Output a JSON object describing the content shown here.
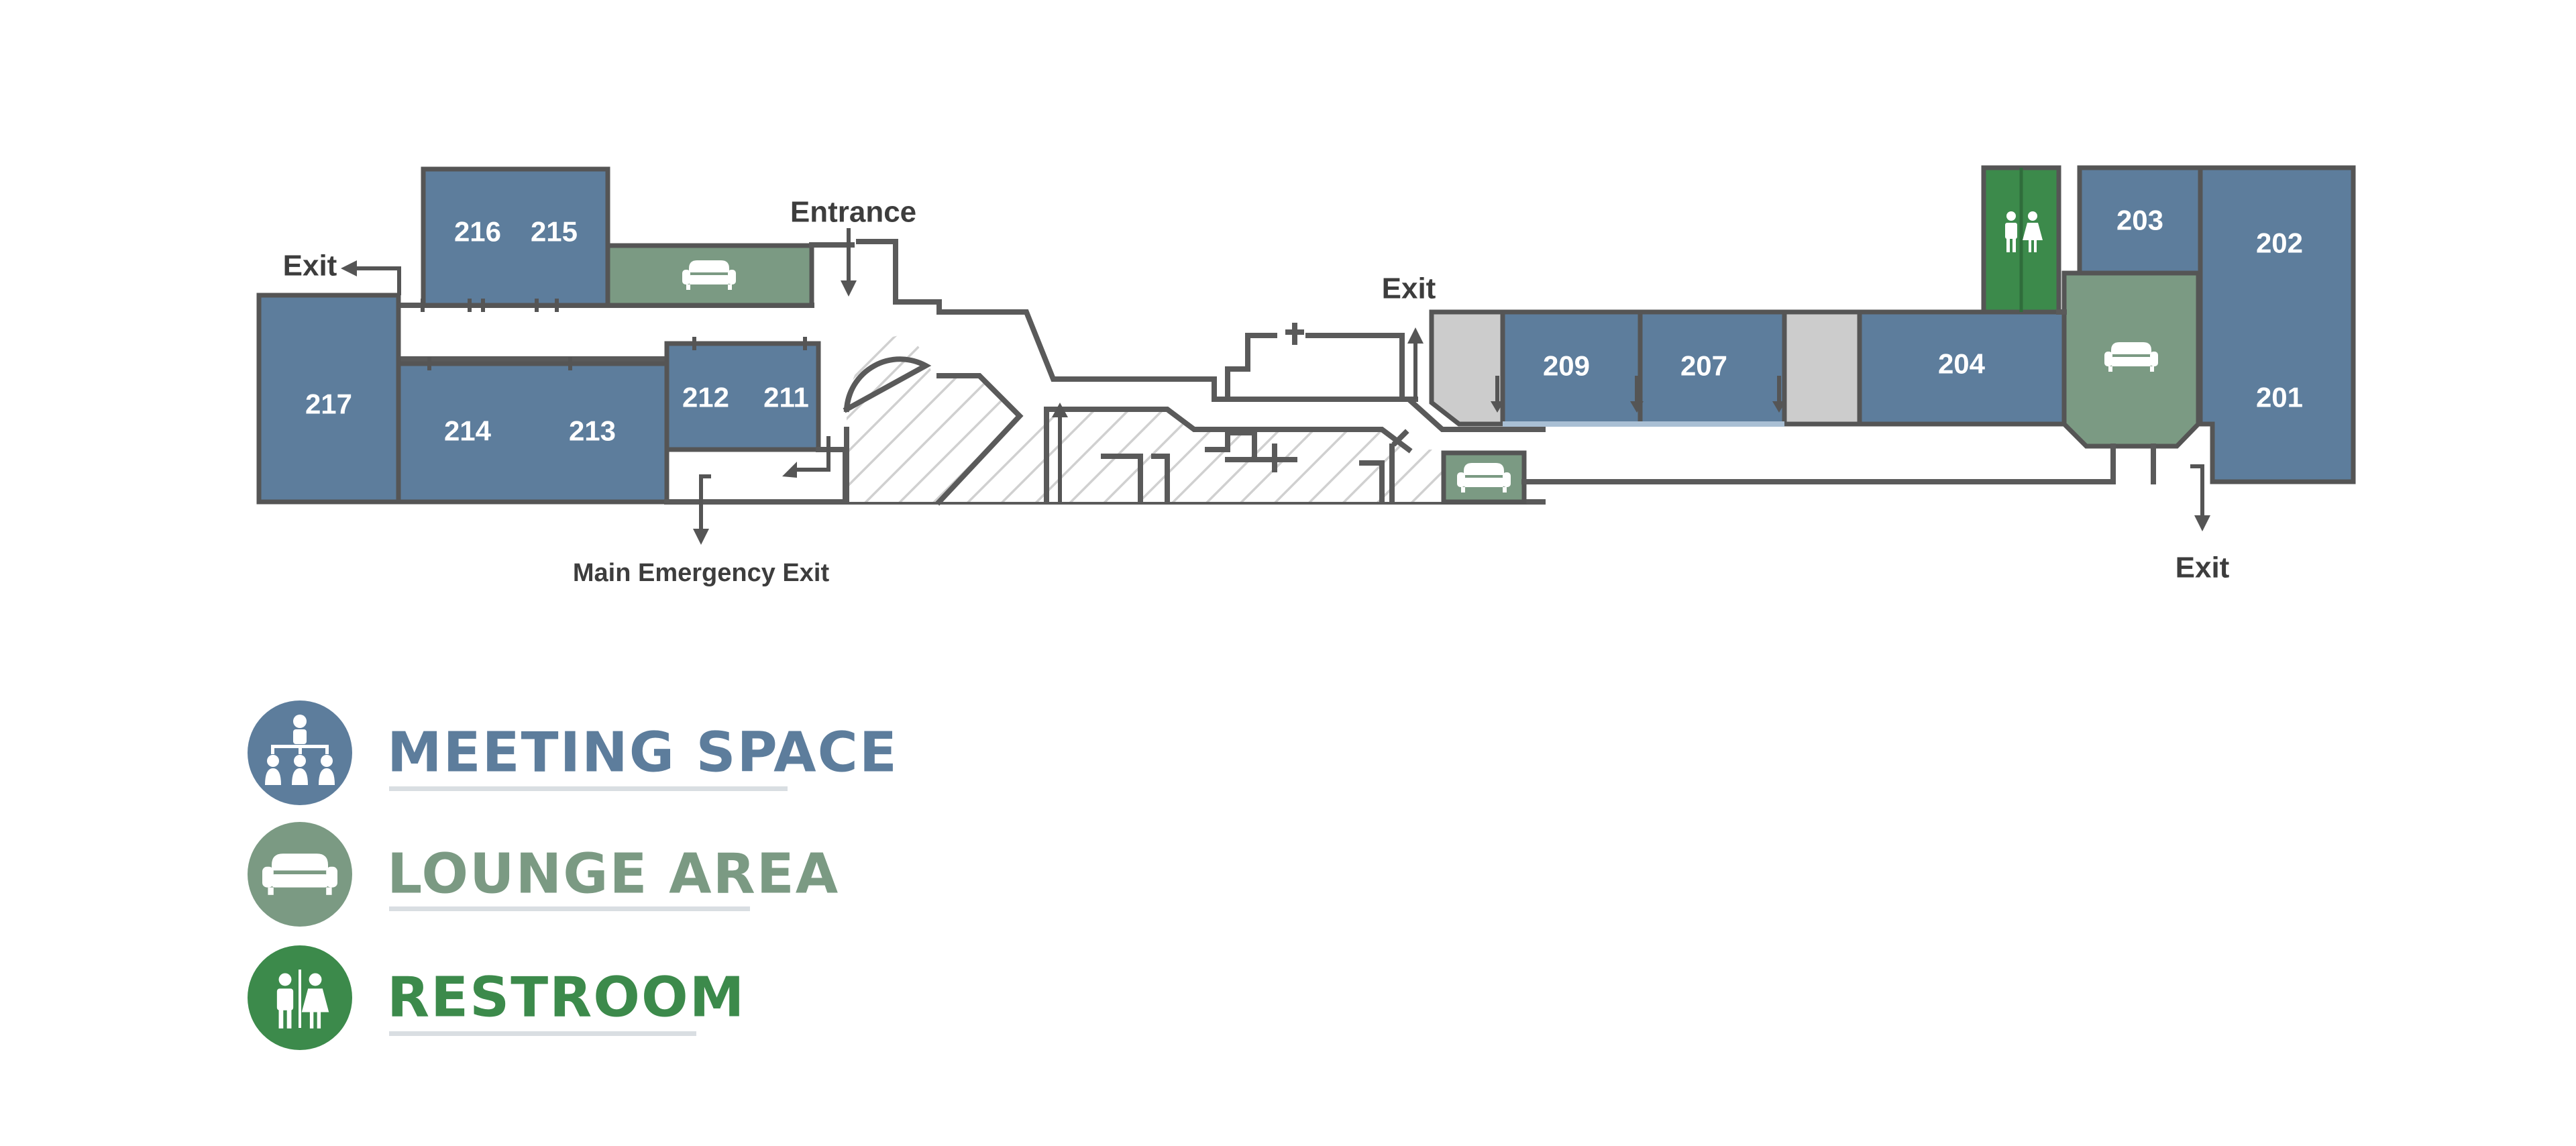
{
  "colors": {
    "meeting": "#5d7d9c",
    "lounge": "#7b9a83",
    "restroom": "#3c8a4b",
    "service": "#cccccc",
    "wall": "#5a5a5a",
    "text_dark": "#3d3d3d"
  },
  "rooms": {
    "r201": "201",
    "r202": "202",
    "r203": "203",
    "r204": "204",
    "r207": "207",
    "r209": "209",
    "r211": "211",
    "r212": "212",
    "r213": "213",
    "r214": "214",
    "r215": "215",
    "r216": "216",
    "r217": "217"
  },
  "labels": {
    "entrance": "Entrance",
    "exit_upper_left": "Exit",
    "exit_center": "Exit",
    "exit_right": "Exit",
    "main_emergency_exit": "Main Emergency Exit"
  },
  "icons": {
    "lounge": "sofa-icon",
    "restroom": "restroom-icon",
    "meeting": "meeting-people-icon"
  },
  "legend": [
    {
      "label": "MEETING SPACE",
      "icon": "meeting-people-icon",
      "color": "#5d7d9c"
    },
    {
      "label": "LOUNGE AREA",
      "icon": "sofa-icon",
      "color": "#7b9a83"
    },
    {
      "label": "RESTROOM",
      "icon": "restroom-icon",
      "color": "#3c8a4b"
    }
  ]
}
